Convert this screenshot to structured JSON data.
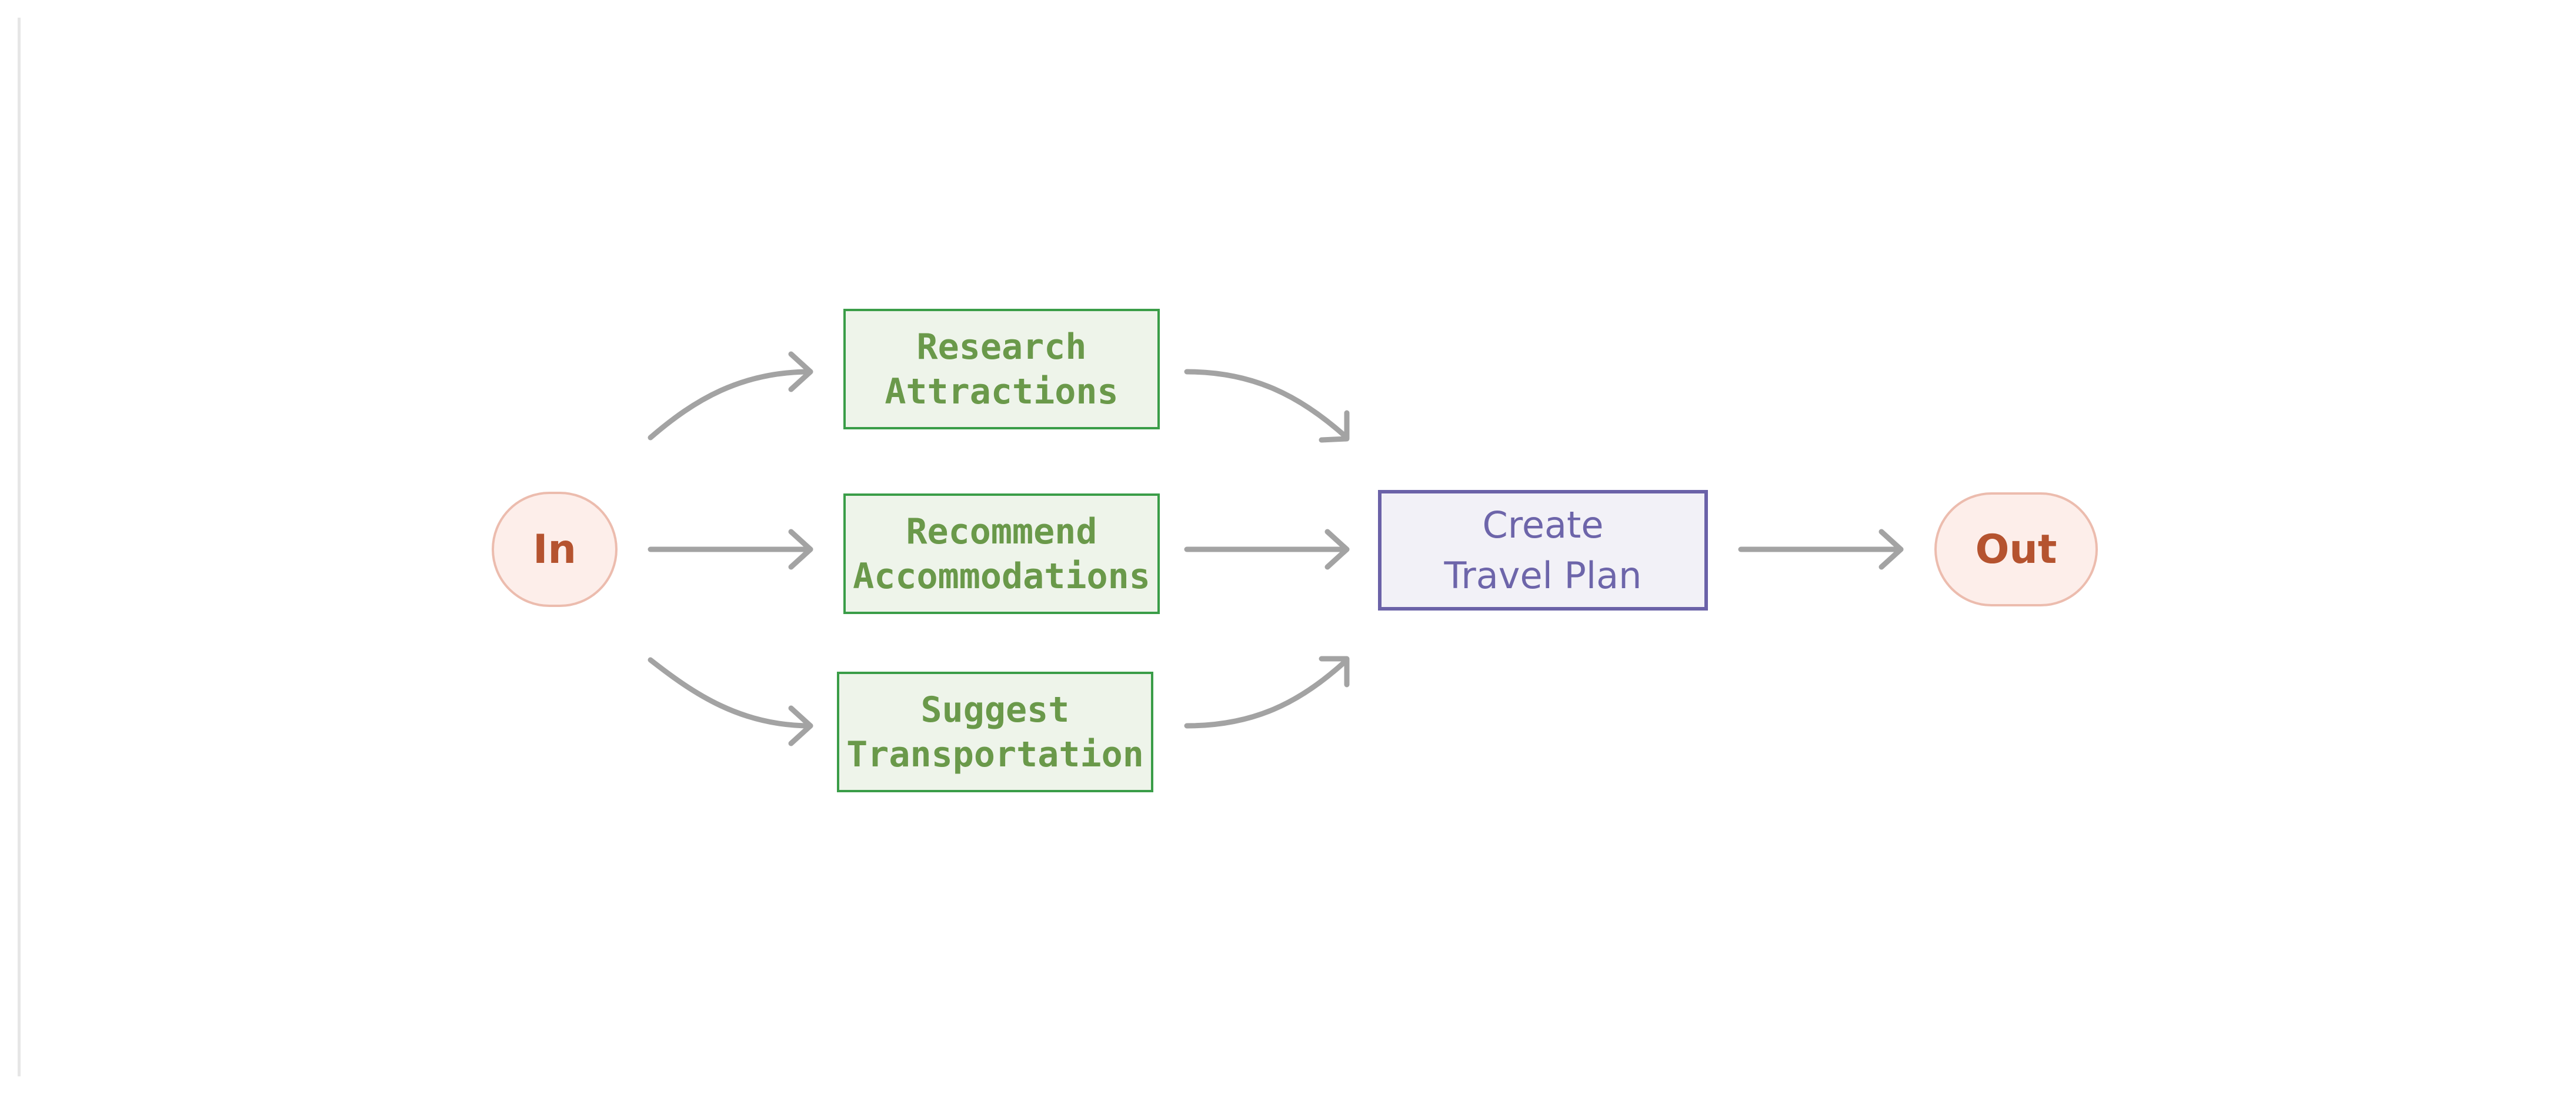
{
  "diagram": {
    "type": "flowchart",
    "direction": "left-to-right",
    "colors": {
      "terminal_fill": "#fdeeea",
      "terminal_border": "#ecbcae",
      "terminal_text": "#b5532f",
      "task_fill": "#eef4ea",
      "task_border": "#3a9d48",
      "task_text": "#6a994a",
      "aggregate_fill": "#f2f1f7",
      "aggregate_border": "#6b62a8",
      "aggregate_text": "#6d65aa",
      "edge": "#a3a3a3"
    },
    "nodes": {
      "input": {
        "label": "In",
        "shape": "ellipse"
      },
      "research": {
        "lines": [
          "Research",
          "Attractions"
        ],
        "shape": "rectangle"
      },
      "recommend": {
        "lines": [
          "Recommend",
          "Accommodations"
        ],
        "shape": "rectangle"
      },
      "suggest": {
        "lines": [
          "Suggest",
          "Transportation"
        ],
        "shape": "rectangle"
      },
      "create": {
        "lines": [
          "Create",
          "Travel Plan"
        ],
        "shape": "rectangle"
      },
      "output": {
        "label": "Out",
        "shape": "pill"
      }
    },
    "edges": [
      {
        "from": "input",
        "to": "research"
      },
      {
        "from": "input",
        "to": "recommend"
      },
      {
        "from": "input",
        "to": "suggest"
      },
      {
        "from": "research",
        "to": "create"
      },
      {
        "from": "recommend",
        "to": "create"
      },
      {
        "from": "suggest",
        "to": "create"
      },
      {
        "from": "create",
        "to": "output"
      }
    ]
  }
}
